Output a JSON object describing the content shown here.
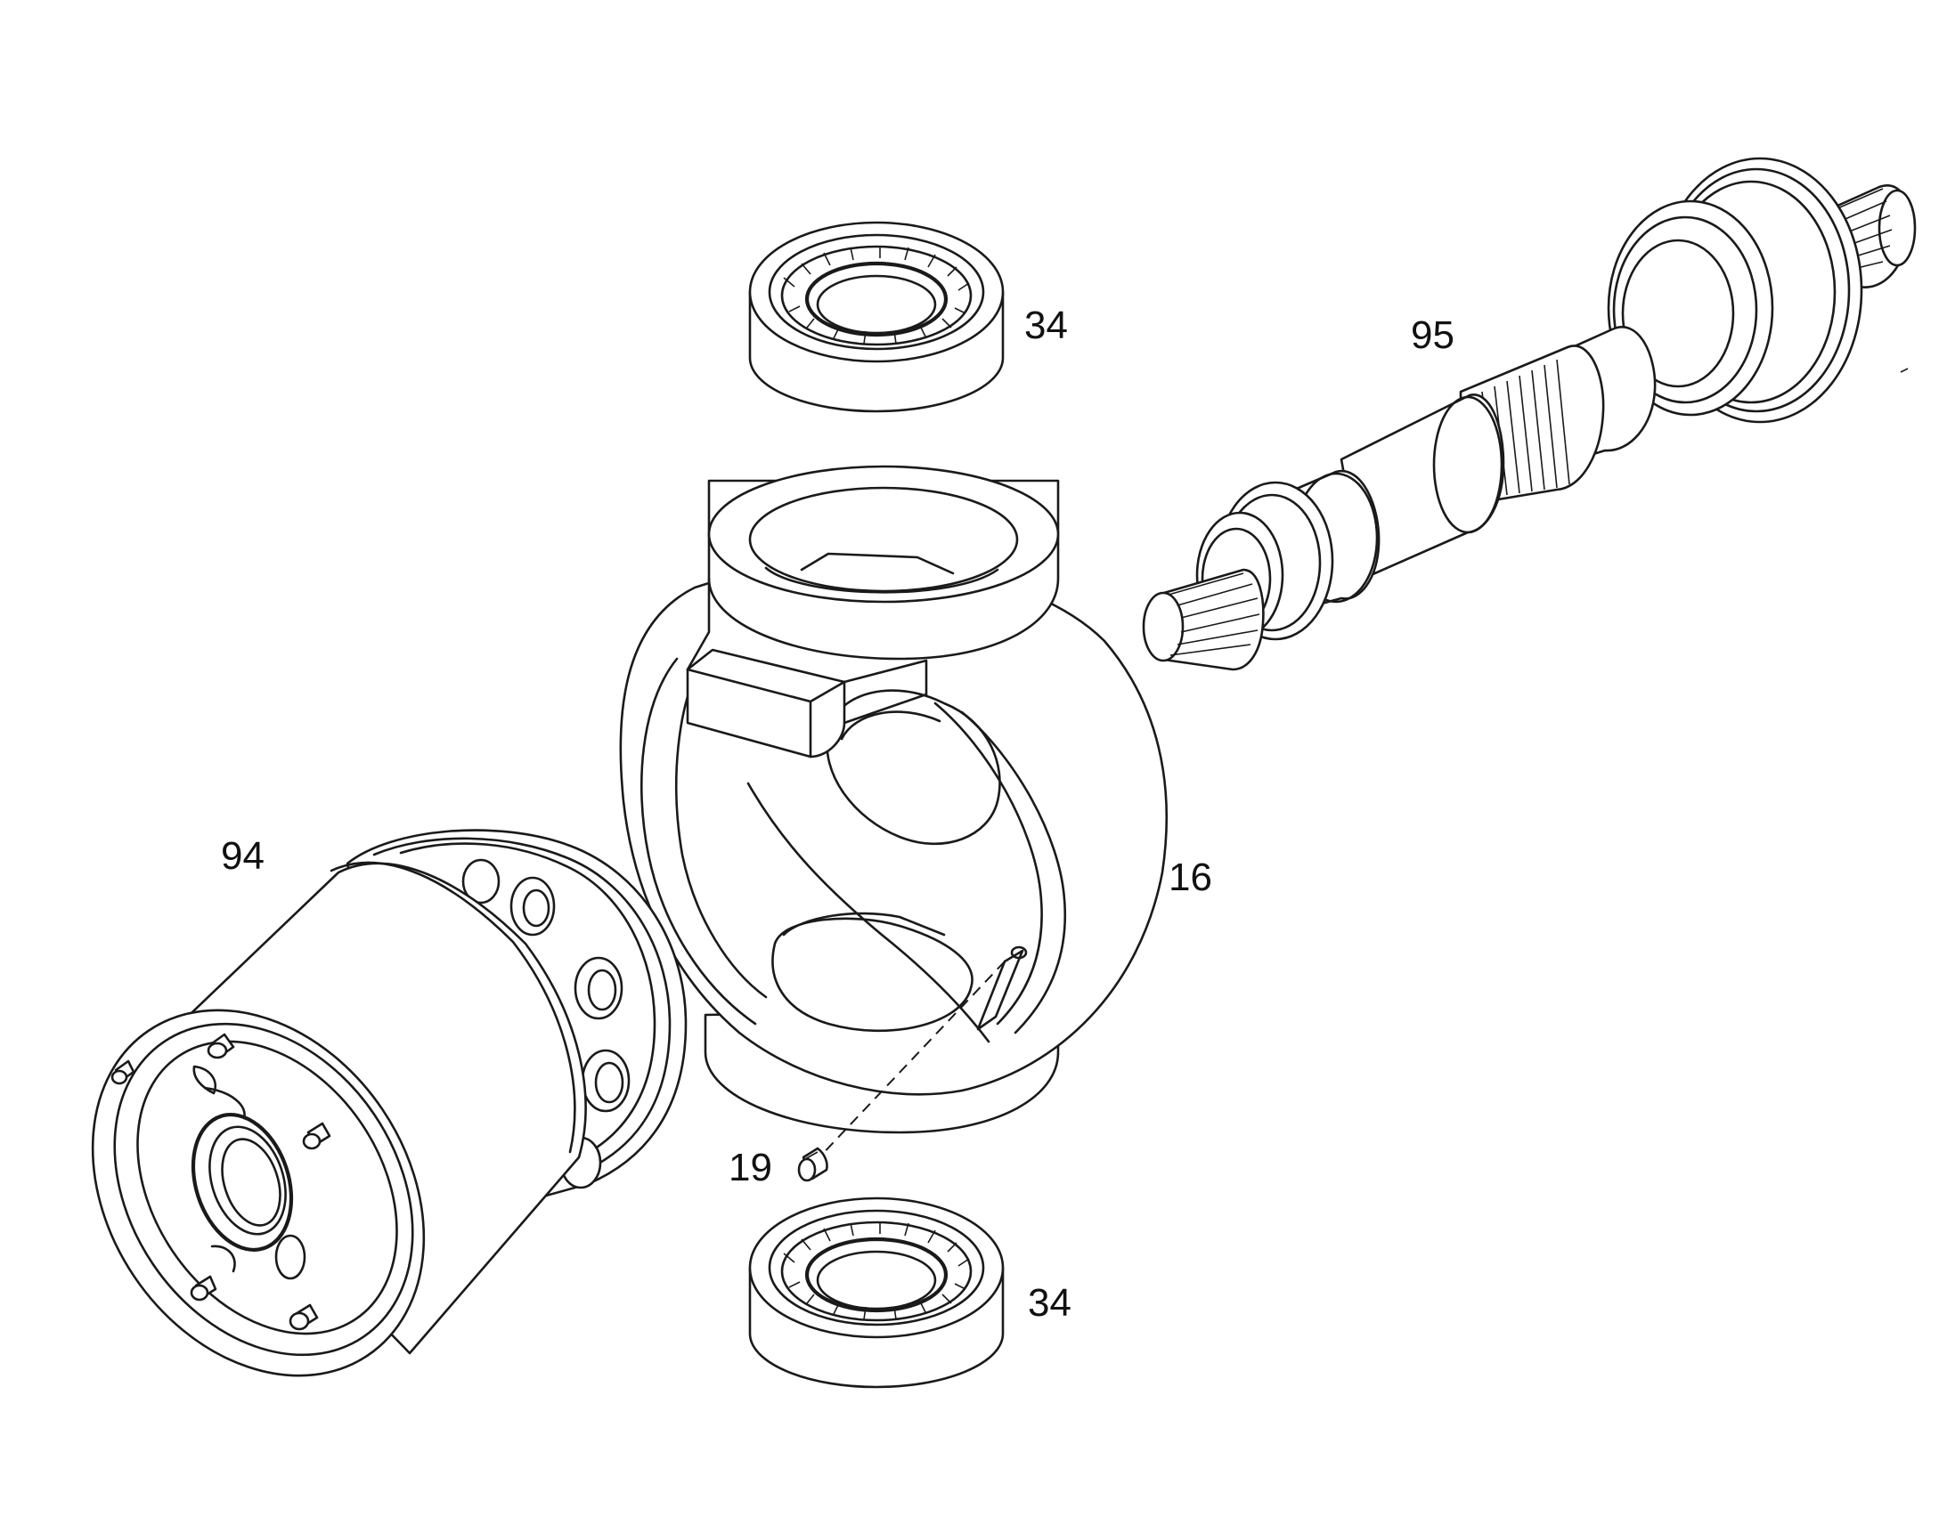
{
  "callouts": {
    "bearing_top": "34",
    "shaft": "95",
    "cylinder_block": "94",
    "housing": "16",
    "pin": "19",
    "bearing_bottom": "34"
  }
}
